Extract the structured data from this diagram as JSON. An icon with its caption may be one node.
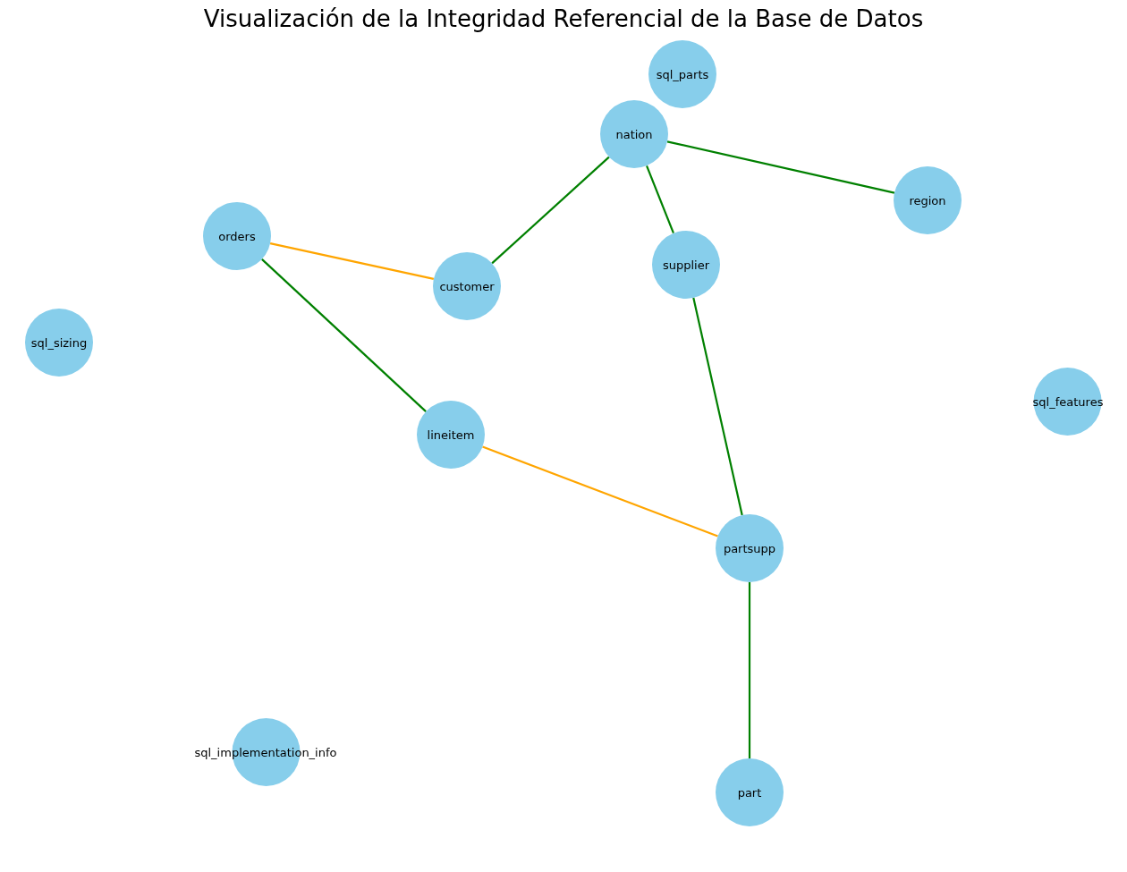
{
  "diagram": {
    "title": "Visualización de la Integridad Referencial de la Base de Datos",
    "nodes": [
      {
        "text": [
          "sql_parts"
        ]
      },
      {
        "text": [
          "nation"
        ]
      },
      {
        "text": [
          "region"
        ]
      },
      {
        "text": [
          "orders"
        ]
      },
      {
        "text": [
          "supplier"
        ]
      },
      {
        "text": [
          "customer"
        ]
      },
      {
        "text": [
          "sql_sizing"
        ]
      },
      {
        "text": [
          "sql_features"
        ]
      },
      {
        "text": [
          "lineitem"
        ]
      },
      {
        "text": [
          "partsupp"
        ]
      },
      {
        "text": [
          "sql_implementation_info"
        ]
      },
      {
        "text": [
          "part"
        ]
      }
    ],
    "edges": [
      {
        "from": 1,
        "to": 5,
        "arrow": "none"
      },
      {
        "from": 1,
        "to": 4,
        "arrow": "none"
      },
      {
        "from": 1,
        "to": 2,
        "arrow": "none"
      },
      {
        "from": 3,
        "to": 5,
        "arrow": "none",
        "color": "#ffa500"
      },
      {
        "from": 3,
        "to": 8,
        "arrow": "none"
      },
      {
        "from": 8,
        "to": 9,
        "arrow": "none",
        "color": "#ffa500"
      },
      {
        "from": 4,
        "to": 9,
        "arrow": "none"
      },
      {
        "from": 9,
        "to": 11,
        "arrow": "none"
      }
    ]
  }
}
